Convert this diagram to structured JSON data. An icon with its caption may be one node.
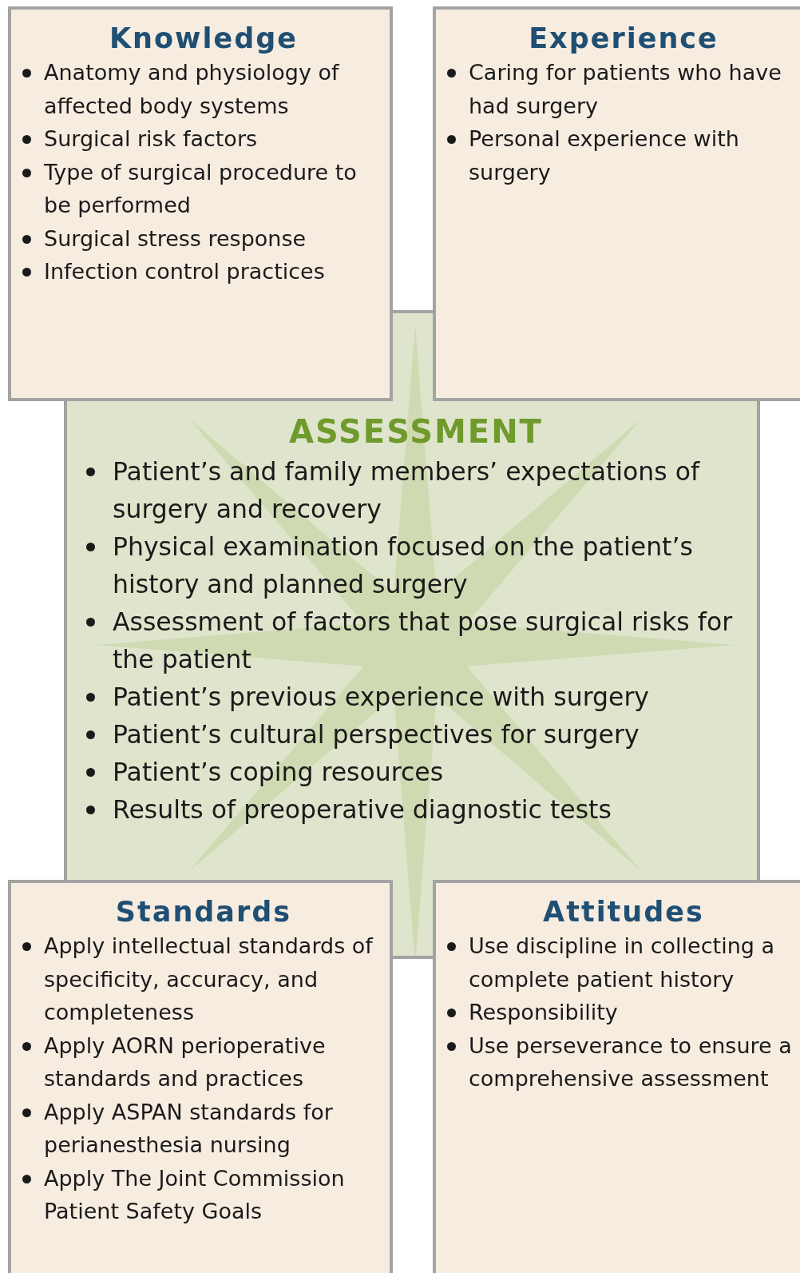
{
  "diagram": {
    "nodes": [
      {
        "text": [
          "ASSESSMENT",
          "Patient’s and family members’ expectations of surgery and recovery",
          "Physical examination focused on the patient’s history and planned surgery",
          "Assessment of factors that pose surgical risks for the patient",
          "Patient’s previous experience with surgery",
          "Patient’s cultural perspectives for surgery",
          "Patient’s coping resources",
          "Results of preoperative diagnostic tests"
        ]
      },
      {
        "text": [
          "Knowledge",
          "Anatomy and physiology of affected body systems",
          "Surgical risk factors",
          "Type of surgical procedure to be performed",
          "Surgical stress response",
          "Infection control practices"
        ]
      },
      {
        "text": [
          "Experience",
          "Caring for patients who have had surgery",
          "Personal experience with surgery"
        ]
      },
      {
        "text": [
          "Standards",
          "Apply intellectual standards of specificity, accuracy, and completeness",
          "Apply AORN perioperative standards and practices",
          "Apply ASPAN standards for perianesthesia nursing",
          "Apply The Joint Commission Patient Safety Goals"
        ]
      },
      {
        "text": [
          "Attitudes",
          "Use discipline in collecting a complete patient history",
          "Responsibility",
          "Use perseverance to ensure a comprehensive assessment"
        ]
      }
    ],
    "edges": []
  }
}
